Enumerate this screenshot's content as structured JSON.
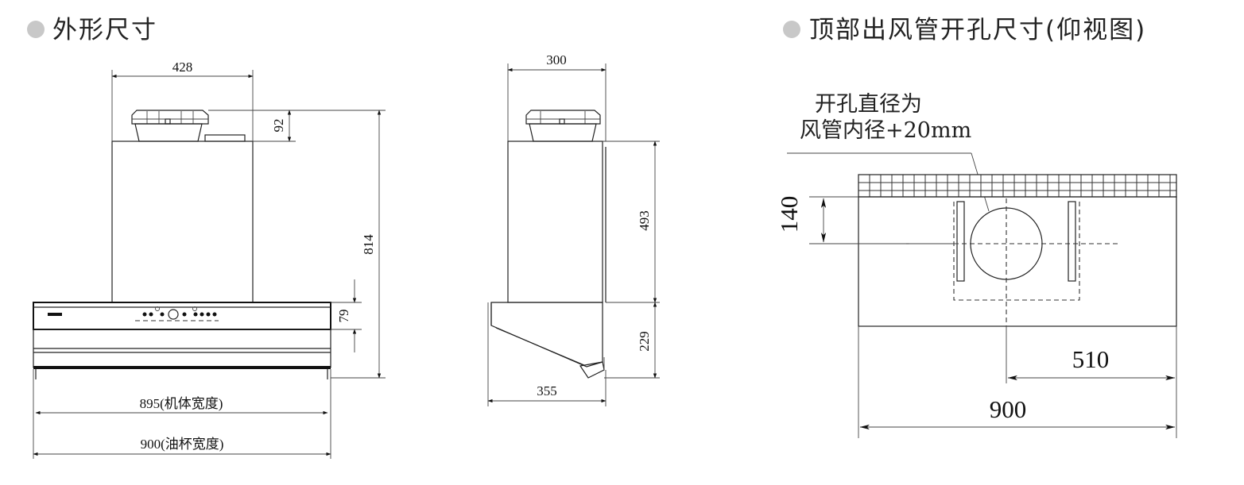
{
  "headings": {
    "left": "外形尺寸",
    "right": "顶部出风管开孔尺寸(仰视图)"
  },
  "colors": {
    "bullet": "#c8c8c8",
    "line": "#222222"
  },
  "front_view": {
    "dim_top_width": "428",
    "dim_vent_height": "92",
    "dim_total_height": "814",
    "dim_panel_height": "79",
    "dim_body_width": "895(机体宽度)",
    "dim_cup_width": "900(油杯宽度)"
  },
  "side_view": {
    "dim_top_depth": "300",
    "dim_upper_height": "493",
    "dim_lower_height": "229",
    "dim_bottom_depth": "355"
  },
  "top_view": {
    "note_line1": "开孔直径为",
    "note_line2": "风管内径+20mm",
    "dim_offset": "140",
    "dim_half": "510",
    "dim_full": "900"
  }
}
